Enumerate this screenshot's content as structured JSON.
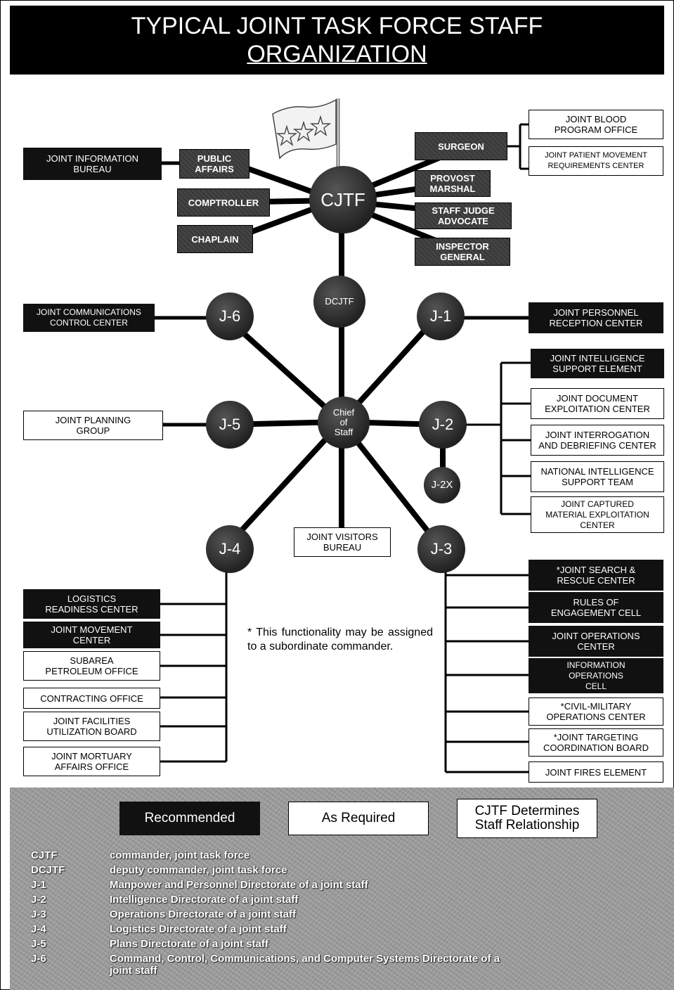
{
  "title": {
    "line1": "TYPICAL JOINT TASK FORCE STAFF",
    "line2": "ORGANIZATION"
  },
  "command": {
    "cjtf": "CJTF",
    "dcjtf": "DCJTF",
    "chief_of_staff": [
      "Chief",
      "of",
      "Staff"
    ]
  },
  "personal_staff": {
    "public_affairs": [
      "PUBLIC",
      "AFFAIRS"
    ],
    "comptroller": "COMPTROLLER",
    "chaplain": "CHAPLAIN",
    "surgeon": "SURGEON",
    "provost_marshal": [
      "PROVOST",
      "MARSHAL"
    ],
    "staff_judge_advocate": [
      "STAFF JUDGE",
      "ADVOCATE"
    ],
    "inspector_general": [
      "INSPECTOR",
      "GENERAL"
    ]
  },
  "outer": {
    "joint_information_bureau": [
      "JOINT INFORMATION",
      "BUREAU"
    ],
    "joint_blood_program_office": [
      "JOINT  BLOOD",
      "PROGRAM OFFICE"
    ],
    "joint_patient_movement": [
      "JOINT PATIENT MOVEMENT",
      "REQUIREMENTS CENTER"
    ]
  },
  "directorates": {
    "j1": "J-1",
    "j2": "J-2",
    "j2x": "J-2X",
    "j3": "J-3",
    "j4": "J-4",
    "j5": "J-5",
    "j6": "J-6"
  },
  "j6_units": {
    "jccc": [
      "JOINT  COMMUNICATIONS",
      "CONTROL CENTER"
    ]
  },
  "j5_units": {
    "jpg": [
      "JOINT PLANNING",
      "GROUP"
    ]
  },
  "j1_units": {
    "jprc": [
      "JOINT  PERSONNEL",
      "RECEPTION CENTER"
    ]
  },
  "visitors": [
    "JOINT VISITORS",
    "BUREAU"
  ],
  "j2_units": [
    {
      "lines": [
        "JOINT  INTELLIGENCE",
        "SUPPORT ELEMENT"
      ],
      "style": "black"
    },
    {
      "lines": [
        "JOINT  DOCUMENT",
        "EXPLOITATION CENTER"
      ],
      "style": "white"
    },
    {
      "lines": [
        "JOINT  INTERROGATION",
        "AND DEBRIEFING CENTER"
      ],
      "style": "white"
    },
    {
      "lines": [
        "NATIONAL INTELLIGENCE",
        "SUPPORT TEAM"
      ],
      "style": "white"
    },
    {
      "lines": [
        "JOINT CAPTURED",
        "MATERIAL EXPLOITATION",
        "CENTER"
      ],
      "style": "white"
    }
  ],
  "j4_units": [
    {
      "lines": [
        "LOGISTICS",
        "READINESS CENTER"
      ],
      "style": "black"
    },
    {
      "lines": [
        "JOINT  MOVEMENT",
        "CENTER"
      ],
      "style": "black"
    },
    {
      "lines": [
        "SUBAREA",
        "PETROLEUM OFFICE"
      ],
      "style": "white"
    },
    {
      "lines": [
        "CONTRACTING OFFICE"
      ],
      "style": "white"
    },
    {
      "lines": [
        "JOINT FACILITIES",
        "UTILIZATION BOARD"
      ],
      "style": "white"
    },
    {
      "lines": [
        "JOINT MORTUARY",
        "AFFAIRS OFFICE"
      ],
      "style": "white"
    }
  ],
  "j3_units": [
    {
      "lines": [
        "*JOINT SEARCH &",
        "RESCUE CENTER"
      ],
      "style": "black"
    },
    {
      "lines": [
        "RULES OF",
        "ENGAGEMENT CELL"
      ],
      "style": "black"
    },
    {
      "lines": [
        "JOINT  OPERATIONS",
        "CENTER"
      ],
      "style": "black"
    },
    {
      "lines": [
        "INFORMATION",
        "OPERATIONS",
        "CELL"
      ],
      "style": "black"
    },
    {
      "lines": [
        "*CIVIL-MILITARY",
        "OPERATIONS CENTER"
      ],
      "style": "white"
    },
    {
      "lines": [
        "*JOINT TARGETING",
        "COORDINATION BOARD"
      ],
      "style": "white"
    },
    {
      "lines": [
        "JOINT FIRES ELEMENT"
      ],
      "style": "white"
    }
  ],
  "note": "* This functionality may be assigned to a subordinate commander.",
  "legend": {
    "recommended": "Recommended",
    "as_required": "As Required",
    "cjtf_determines": [
      "CJTF Determines",
      "Staff Relationship"
    ]
  },
  "abbreviations": [
    {
      "key": "CJTF",
      "value": "commander, joint task force"
    },
    {
      "key": "DCJTF",
      "value": "deputy commander, joint task force"
    },
    {
      "key": "J-1",
      "value": "Manpower and Personnel Directorate of a joint staff"
    },
    {
      "key": "J-2",
      "value": "Intelligence Directorate of a joint staff"
    },
    {
      "key": "J-3",
      "value": "Operations Directorate of a joint staff"
    },
    {
      "key": "J-4",
      "value": "Logistics Directorate of a joint staff"
    },
    {
      "key": "J-5",
      "value": "Plans Directorate of a joint staff"
    },
    {
      "key": "J-6",
      "value": "Command, Control, Communications, and Computer Systems Directorate of a",
      "cont": "joint staff"
    }
  ]
}
